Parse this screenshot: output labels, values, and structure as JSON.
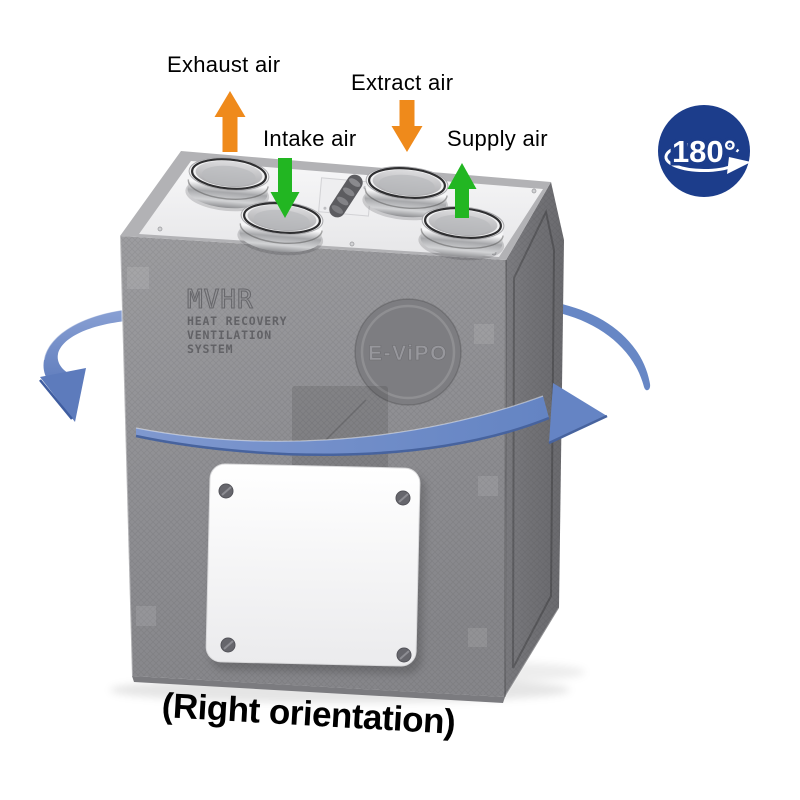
{
  "figure": {
    "caption": "(Right orientation)"
  },
  "air_labels": {
    "exhaust": "Exhaust air",
    "intake": "Intake air",
    "extract": "Extract air",
    "supply": "Supply air"
  },
  "badge": {
    "rotation_label": "180°"
  },
  "unit": {
    "model": "MVHR",
    "system_line1": "HEAT RECOVERY",
    "system_line2": "VENTILATION",
    "system_line3": "SYSTEM",
    "brand": "E-ViPO"
  },
  "colors": {
    "exhaust_extract_arrow": "#ef8a1b",
    "intake_supply_arrow": "#22b622",
    "rotation_ribbon": "#6e8bc8",
    "badge_background": "#1c3d8b",
    "badge_text": "#ffffff",
    "unit_body": "#8f8f93",
    "unit_side": "#727276",
    "unit_top": "#f2f2f4",
    "label_text": "#000000"
  }
}
